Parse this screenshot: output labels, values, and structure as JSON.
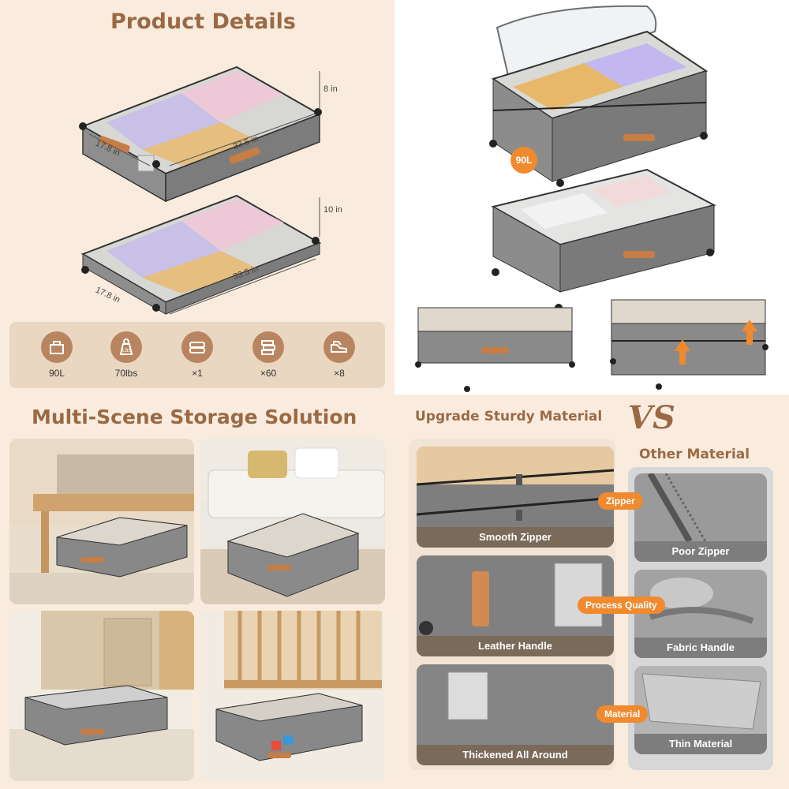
{
  "product_details": {
    "title": "Product Details",
    "box1": {
      "height": "8 in",
      "depth": "17.8 in",
      "width": "33.5 in"
    },
    "box2": {
      "height": "10 in",
      "depth": "17.8 in",
      "width": "33.5 in"
    },
    "features": [
      {
        "icon": "capacity-box-icon",
        "label": "90L"
      },
      {
        "icon": "weight-icon",
        "label": "70lbs"
      },
      {
        "icon": "folded-towel-icon",
        "label": "×1"
      },
      {
        "icon": "stacked-clothes-icon",
        "label": "×60"
      },
      {
        "icon": "shoes-icon",
        "label": "×8"
      }
    ]
  },
  "hero": {
    "badge": "90L"
  },
  "scenes": {
    "title": "Multi-Scene Storage Solution"
  },
  "comparison": {
    "upgrade_title": "Upgrade Sturdy Material",
    "vs_label": "VS",
    "other_title": "Other Material",
    "tags": {
      "zipper": "Zipper",
      "quality": "Process Quality",
      "material": "Material"
    },
    "ours": [
      "Smooth Zipper",
      "Leather Handle",
      "Thickened All Around"
    ],
    "others": [
      "Poor Zipper",
      "Fabric Handle",
      "Thin Material"
    ]
  },
  "colors": {
    "accent": "#f08a2e",
    "brown_text": "#9a6a45",
    "beige_bg": "#f9ecdf",
    "box_gray": "#8a8a8a"
  }
}
